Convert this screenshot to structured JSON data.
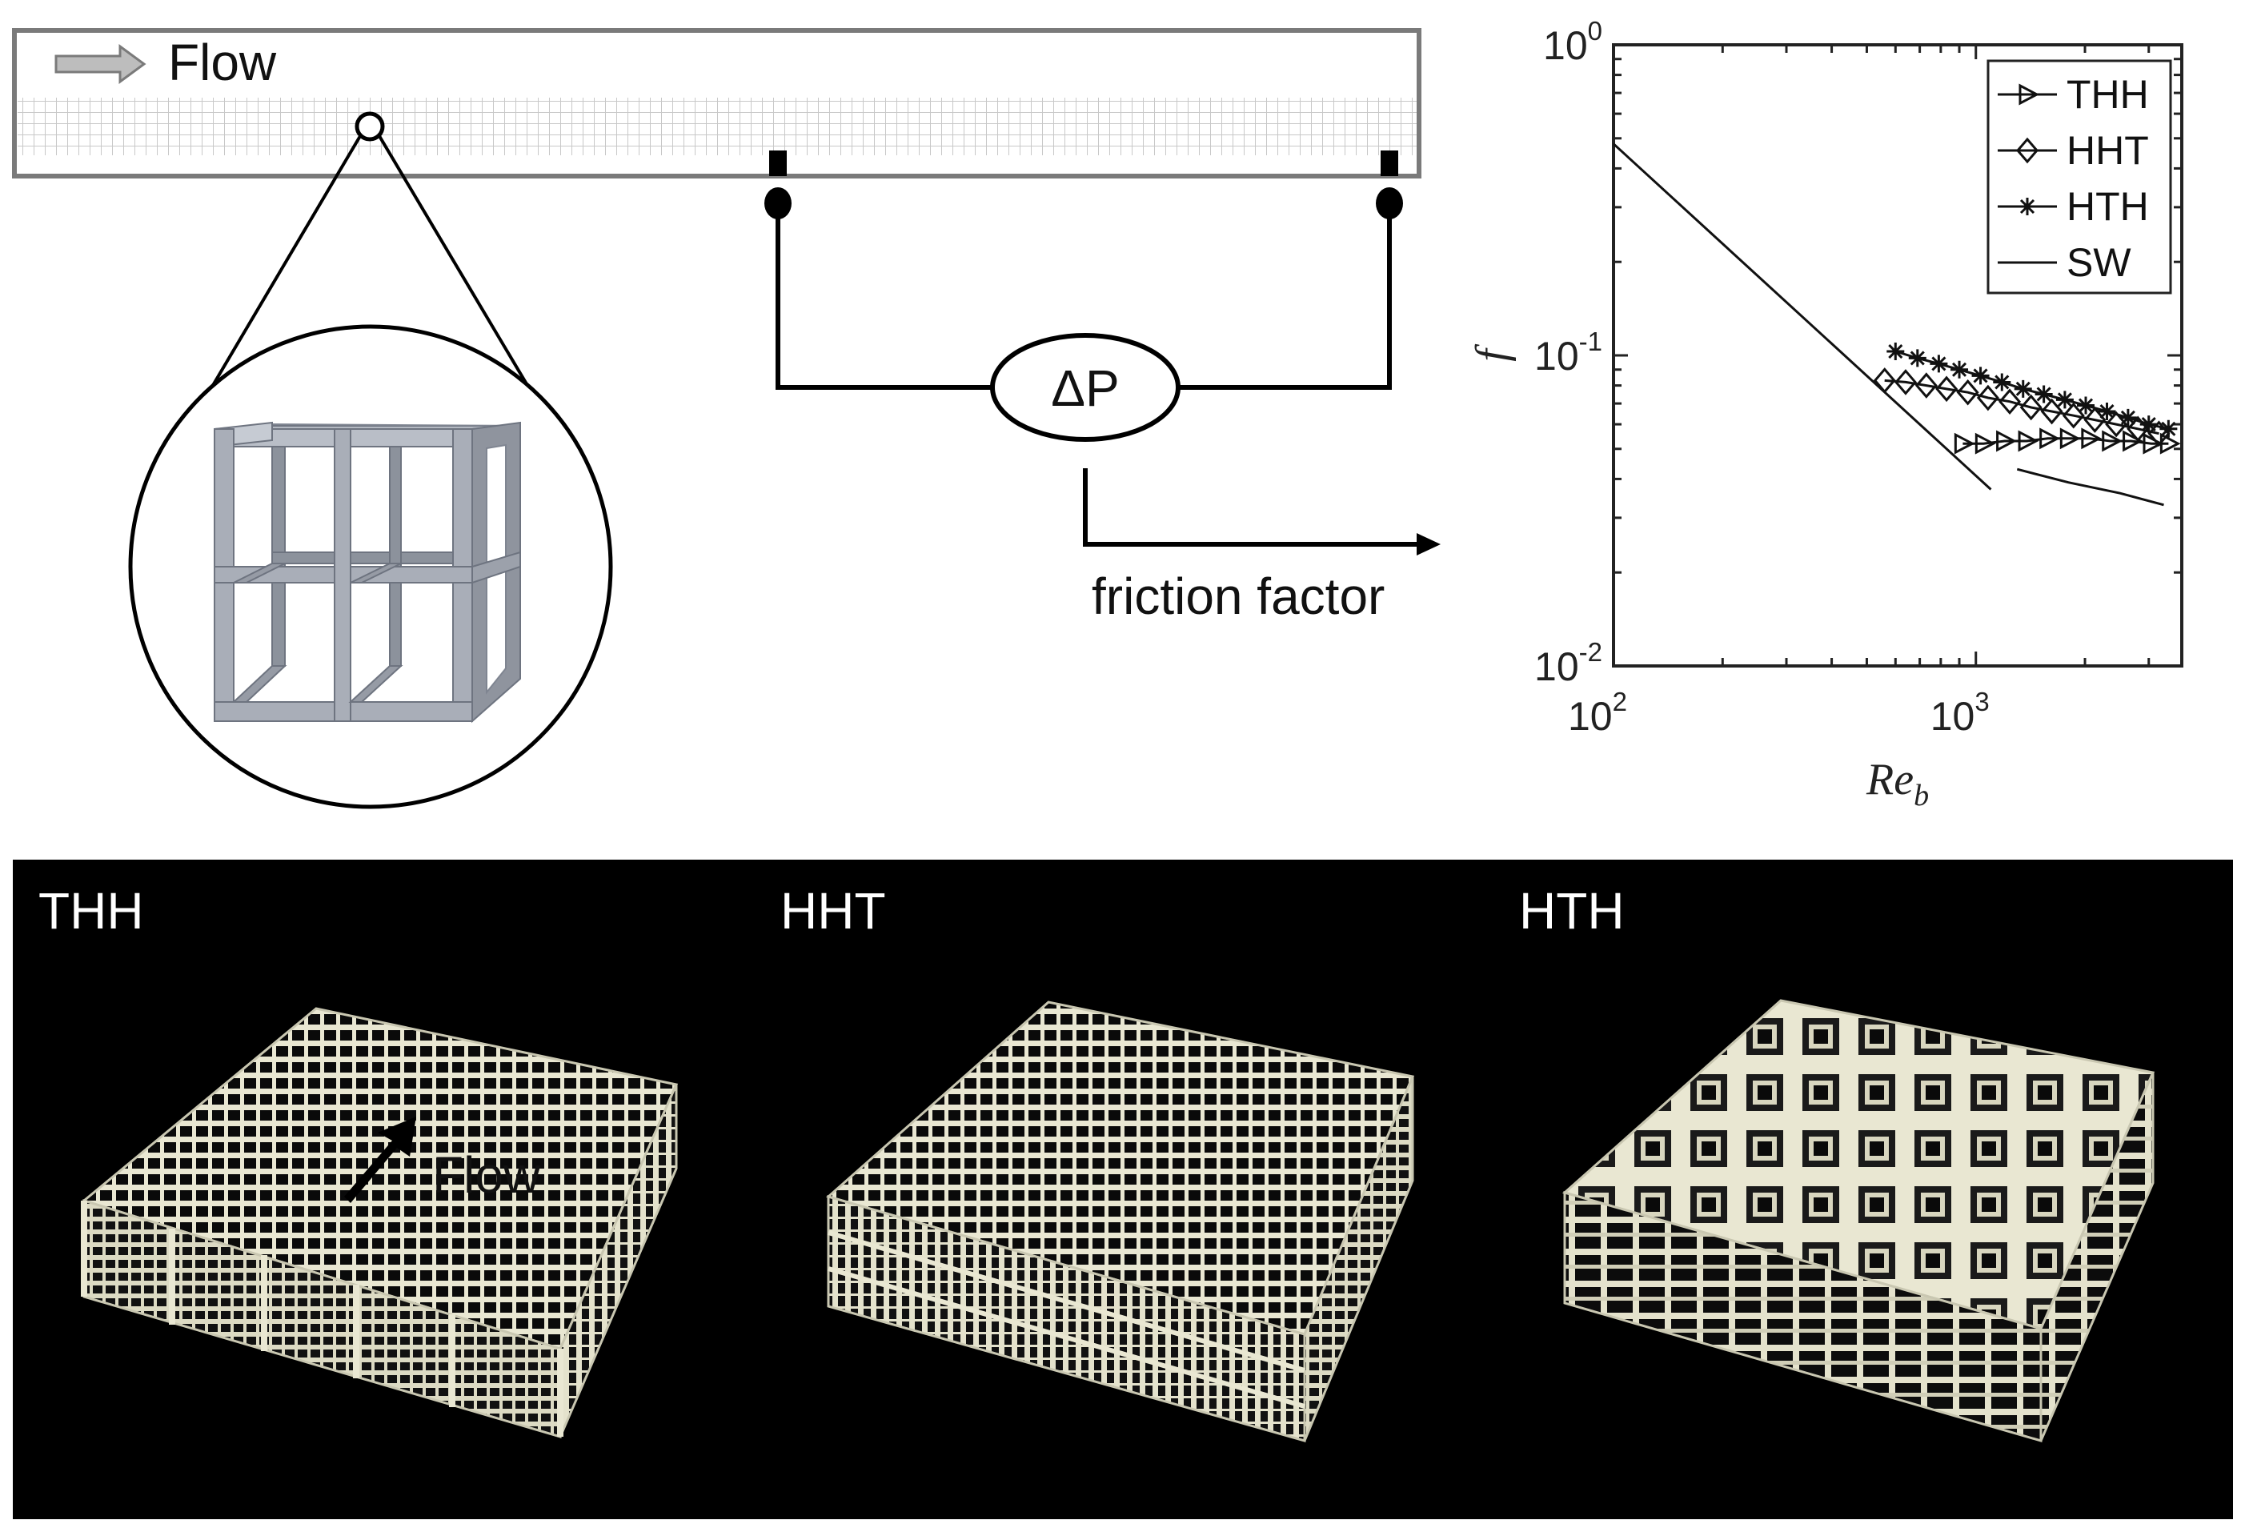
{
  "schematic": {
    "flow_label": "Flow",
    "pressure_label": "ΔP",
    "friction_label": "friction factor"
  },
  "panels": [
    {
      "label": "THH",
      "flow_label": "Flow"
    },
    {
      "label": "HHT"
    },
    {
      "label": "HTH"
    }
  ],
  "colors": {
    "lattice": "#e9e7d2",
    "lattice_shadow": "#9d9b86",
    "panel_bg": "#000000",
    "channel_grid": "#c8c8c8",
    "cube": "#a7acb6",
    "cube_dark": "#7f8591",
    "arrow_fill": "#bdbdbd"
  },
  "chart_data": {
    "type": "line",
    "scale": "log-log",
    "xlabel": "Re",
    "xlabel_sub": "b",
    "ylabel": "f",
    "xlim": [
      100,
      3700
    ],
    "ylim": [
      0.01,
      1
    ],
    "xticks": [
      {
        "base": "10",
        "exp": "2"
      },
      {
        "base": "10",
        "exp": "3"
      }
    ],
    "yticks": [
      {
        "base": "10",
        "exp": "-2"
      },
      {
        "base": "10",
        "exp": "-1"
      },
      {
        "base": "10",
        "exp": "0"
      }
    ],
    "legend": {
      "placement": "top-right",
      "entries": [
        "THH",
        "HHT",
        "HTH",
        "SW"
      ]
    },
    "series": [
      {
        "name": "THH",
        "marker": "triangle-right",
        "x": [
          920,
          1050,
          1200,
          1380,
          1580,
          1800,
          2060,
          2350,
          2680,
          3050,
          3400
        ],
        "y": [
          0.052,
          0.052,
          0.053,
          0.053,
          0.054,
          0.054,
          0.054,
          0.053,
          0.053,
          0.052,
          0.052
        ]
      },
      {
        "name": "HHT",
        "marker": "diamond",
        "x": [
          560,
          640,
          730,
          830,
          950,
          1080,
          1240,
          1420,
          1620,
          1860,
          2130,
          2440,
          2800,
          3200
        ],
        "y": [
          0.083,
          0.082,
          0.08,
          0.078,
          0.076,
          0.073,
          0.071,
          0.068,
          0.066,
          0.064,
          0.062,
          0.06,
          0.058,
          0.056
        ]
      },
      {
        "name": "HTH",
        "marker": "asterisk",
        "x": [
          600,
          690,
          790,
          900,
          1030,
          1180,
          1350,
          1540,
          1760,
          2010,
          2300,
          2630,
          3000,
          3400
        ],
        "y": [
          0.103,
          0.098,
          0.094,
          0.09,
          0.086,
          0.082,
          0.078,
          0.075,
          0.072,
          0.069,
          0.066,
          0.063,
          0.06,
          0.058
        ]
      },
      {
        "name": "SW",
        "marker": "none",
        "segments": [
          {
            "x": [
              100,
              1100
            ],
            "y": [
              0.48,
              0.037
            ]
          },
          {
            "x": [
              1300,
              1800,
              2500,
              3300
            ],
            "y": [
              0.043,
              0.039,
              0.036,
              0.033
            ]
          }
        ]
      }
    ]
  }
}
